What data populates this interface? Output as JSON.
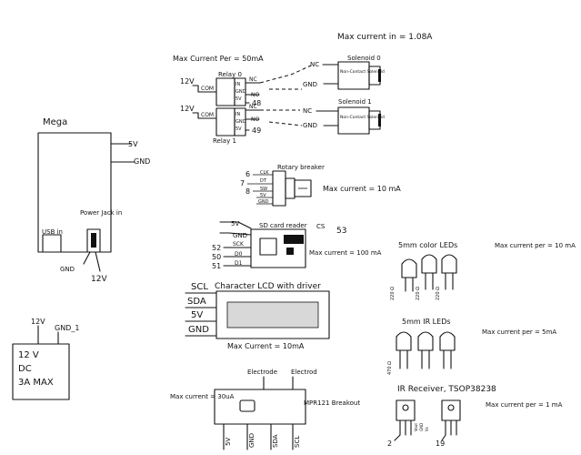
{
  "mega": {
    "title": "Mega",
    "v5": "5V",
    "gnd": "GND",
    "usb": "USB in",
    "power_jack": "Power Jack in",
    "gnd_label": "GND",
    "v12": "12V"
  },
  "supply": {
    "v12_top": "12V",
    "gnd_top": "GND_1",
    "rating": [
      "12 V",
      "DC",
      "3A MAX"
    ]
  },
  "relays": {
    "max_current": "Max Current Per = 50mA",
    "relay0_label": "Relay 0",
    "relay1_label": "Relay 1",
    "com": "COM",
    "nc": "NC",
    "no": "NO",
    "v12": "12V",
    "pin48": "48",
    "pin49": "49",
    "inner": [
      "IN",
      "GND",
      "5V"
    ]
  },
  "solenoids": {
    "max_current_total": "Max current in = 1.08A",
    "solenoid0": "Solenoid 0",
    "solenoid1": "Solenoid 1",
    "nc": "NC",
    "gnd": "GND",
    "box_text": "Non-Contact Solenoid"
  },
  "rotary": {
    "title": "Rotary breaker",
    "pins": [
      "6",
      "7",
      "8"
    ],
    "labels": [
      "CLK",
      "DT",
      "SW",
      "5V",
      "GND"
    ],
    "max_current": "Max current = 10 mA"
  },
  "sd_reader": {
    "title": "SD card reader",
    "cs": "CS",
    "cs_pin": "53",
    "v5": "5V",
    "gnd": "GND",
    "pins": [
      "52",
      "50",
      "51"
    ],
    "sigs": [
      "SCK",
      "D0",
      "D1"
    ],
    "max_current": "Max current = 100 mA"
  },
  "lcd": {
    "title": "Character LCD with driver",
    "scl": "SCL",
    "pins": [
      "SDA",
      "5V",
      "GND"
    ],
    "max_current": "Max Current = 10mA"
  },
  "mpr121": {
    "max_current": "Max current = 30uA",
    "electrode1": "Electrode",
    "electrode2": "Electrod",
    "name": "MPR121 Breakout",
    "pins": [
      "5V",
      "GND",
      "SDA",
      "SCL"
    ]
  },
  "uv_leds": {
    "title": "5mm color LEDs",
    "max_current": "Max current per = 10 mA",
    "resistors": [
      "220 Ω",
      "220 Ω",
      "220 Ω"
    ]
  },
  "ir_leds": {
    "title": "5mm IR LEDs",
    "max_current": "Max current per = 5mA",
    "resistor": "470 Ω"
  },
  "ir_receiver": {
    "title": "IR Receiver, TSOP38238",
    "max_current": "Max current per = 1 mA",
    "pins": [
      "2",
      "19"
    ],
    "pin_labels": [
      "Vout",
      "GND",
      "Vs"
    ]
  },
  "colors": {
    "ink": "#111111",
    "paper": "#ffffff",
    "lcd_screen": "#d8d8d8"
  }
}
